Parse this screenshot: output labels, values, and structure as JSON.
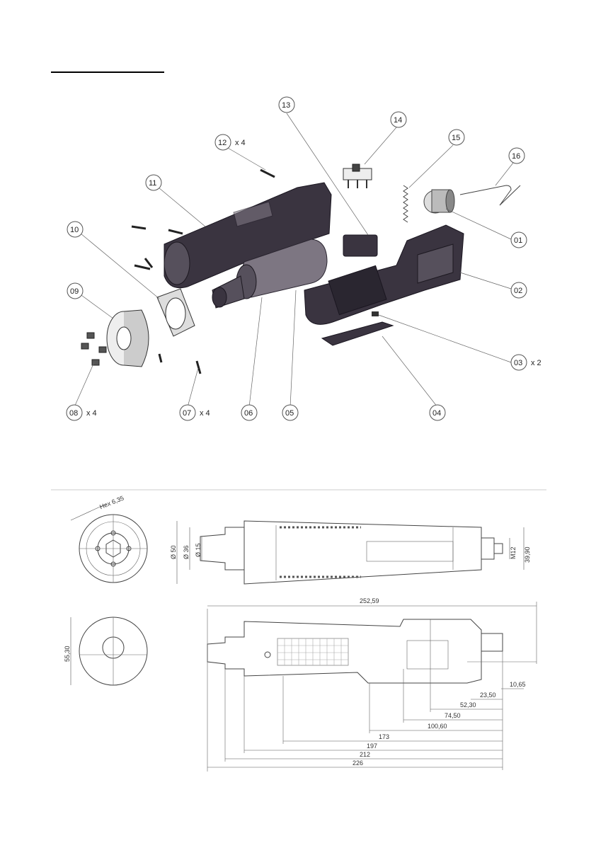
{
  "exploded_view": {
    "callouts": [
      {
        "id": "01",
        "qty": ""
      },
      {
        "id": "02",
        "qty": ""
      },
      {
        "id": "03",
        "qty": "x 2"
      },
      {
        "id": "04",
        "qty": ""
      },
      {
        "id": "05",
        "qty": ""
      },
      {
        "id": "06",
        "qty": ""
      },
      {
        "id": "07",
        "qty": "x 4"
      },
      {
        "id": "08",
        "qty": "x 4"
      },
      {
        "id": "09",
        "qty": ""
      },
      {
        "id": "10",
        "qty": ""
      },
      {
        "id": "11",
        "qty": ""
      },
      {
        "id": "12",
        "qty": "x 4"
      },
      {
        "id": "13",
        "qty": ""
      },
      {
        "id": "14",
        "qty": ""
      },
      {
        "id": "15",
        "qty": ""
      },
      {
        "id": "16",
        "qty": ""
      }
    ]
  },
  "dimensions": {
    "hex": "Hex 6,35",
    "d50": "Ø 50",
    "d36": "Ø 36",
    "d15": "Ø 15",
    "m12": "M12",
    "h39": "39,90",
    "h55": "55,30",
    "overall": "252,59",
    "d10_65": "10,65",
    "d23_50": "23,50",
    "d52_30": "52,30",
    "d74_50": "74,50",
    "d100_60": "100,60",
    "d173": "173",
    "d197": "197",
    "d212": "212",
    "d226": "226"
  }
}
